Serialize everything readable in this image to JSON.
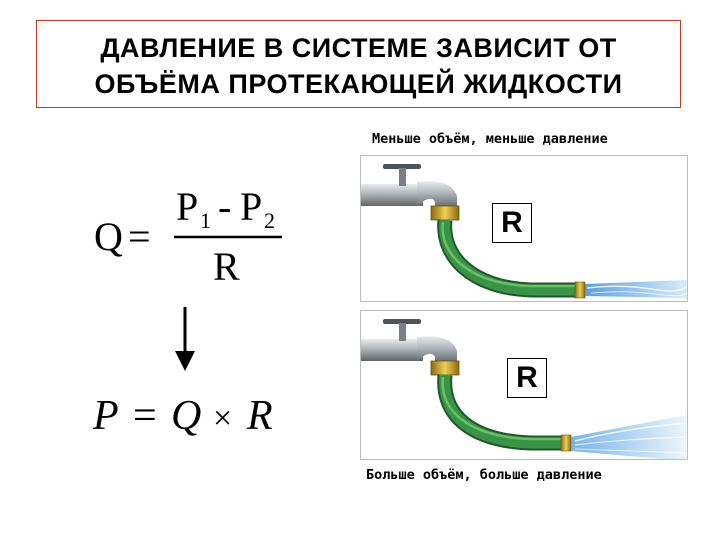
{
  "title": {
    "line1": "ДАВЛЕНИЕ В СИСТЕМЕ ЗАВИСИТ ОТ",
    "line2": "ОБЪЁМА ПРОТЕКАЮЩЕЙ ЖИДКОСТИ"
  },
  "formula_top": {
    "lhs": "Q",
    "eq": "=",
    "num_p1": "P",
    "num_sub1": "1",
    "num_minus": "-",
    "num_p2": "P",
    "num_sub2": "2",
    "den": "R"
  },
  "formula_bottom": {
    "p": "P",
    "eq": "=",
    "q": "Q",
    "times": "×",
    "r": "R"
  },
  "panel_top": {
    "caption": "Меньше объём, меньше давление",
    "resistor_label": "R"
  },
  "panel_bottom": {
    "caption": "Больше объём, больше давление",
    "resistor_label": "R"
  },
  "colors": {
    "title_border": "#c0392b",
    "hose": "#2f7d3c",
    "hose_highlight": "#6fbf6a",
    "brass": "#c8a028",
    "water": "#6fb4e8",
    "faucet": "#9ea4a8"
  }
}
